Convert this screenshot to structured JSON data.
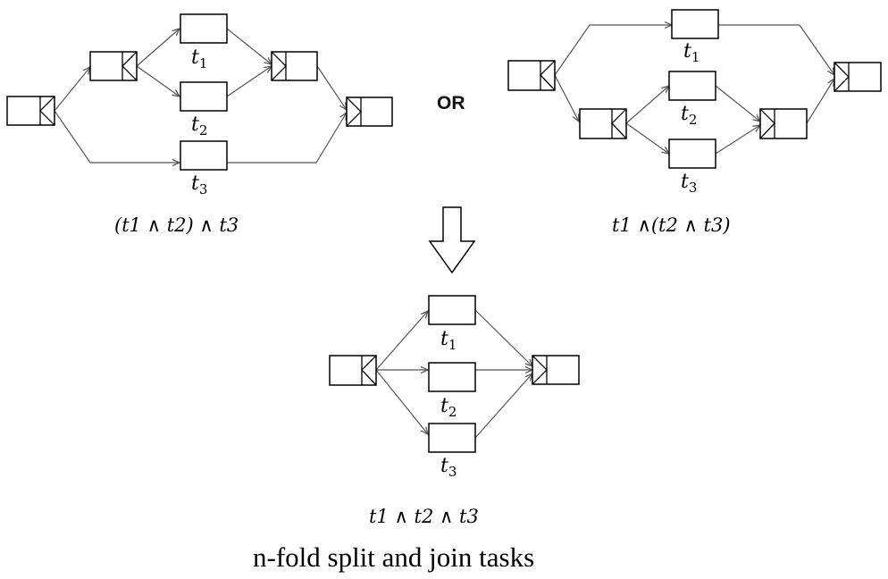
{
  "left_diagram": {
    "labels": {
      "t1": {
        "base": "t",
        "sub": "1"
      },
      "t2": {
        "base": "t",
        "sub": "2"
      },
      "t3": {
        "base": "t",
        "sub": "3"
      }
    },
    "formula": "(t1 ∧ t2) ∧ t3"
  },
  "connector": {
    "or_text": "OR"
  },
  "right_diagram": {
    "labels": {
      "t1": {
        "base": "t",
        "sub": "1"
      },
      "t2": {
        "base": "t",
        "sub": "2"
      },
      "t3": {
        "base": "t",
        "sub": "3"
      }
    },
    "formula": "t1 ∧(t2 ∧ t3)"
  },
  "bottom_diagram": {
    "labels": {
      "t1": {
        "base": "t",
        "sub": "1"
      },
      "t2": {
        "base": "t",
        "sub": "2"
      },
      "t3": {
        "base": "t",
        "sub": "3"
      }
    },
    "formula": "t1 ∧ t2 ∧ t3"
  },
  "caption": "n-fold split and join tasks"
}
